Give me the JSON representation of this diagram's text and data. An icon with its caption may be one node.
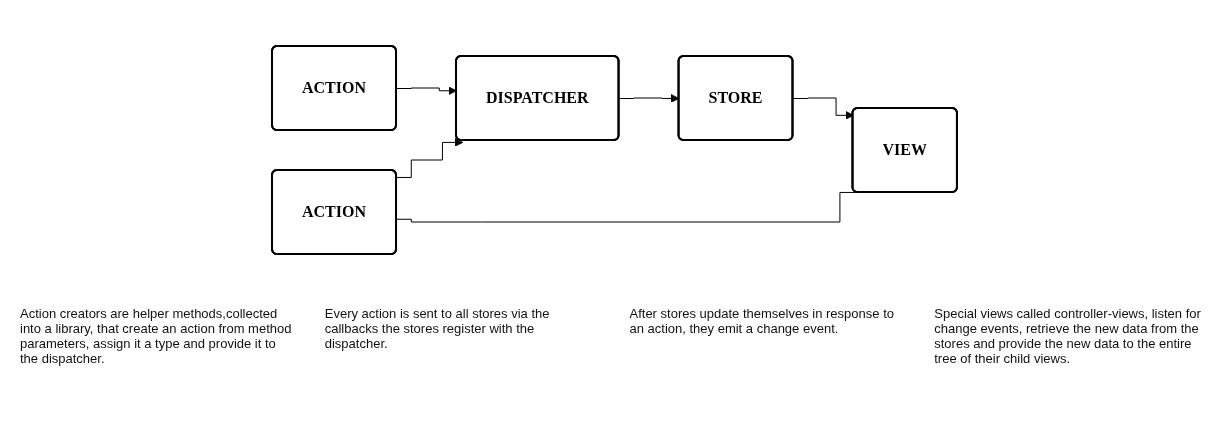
{
  "diagram": {
    "nodes": [
      {
        "text": [
          "ACTION"
        ]
      },
      {
        "text": [
          "ACTION"
        ]
      },
      {
        "text": [
          "DISPATCHER"
        ]
      },
      {
        "text": [
          "STORE"
        ]
      },
      {
        "text": [
          "VIEW"
        ]
      }
    ],
    "edges": [
      {
        "from": 1,
        "to": 2,
        "arrow": "to"
      },
      {
        "from": 2,
        "to": 3,
        "arrow": "to"
      },
      {
        "from": 3,
        "to": 4,
        "arrow": "to"
      },
      {
        "from": 4,
        "to": 0,
        "arrow": "none"
      },
      {
        "from": 0,
        "to": 2,
        "arrow": "to"
      }
    ],
    "labels": [
      "Action creators are helper methods,collected into a library, that create an action from method parameters, assign it a type and provide it to the dispatcher.",
      "Every action is sent to all stores via the callbacks the stores register with the dispatcher.",
      "After stores update themselves in response to an action, they emit a change event.",
      "Special views called controller-views, listen for change events, retrieve the new data from the stores and provide the new data to the entire tree of their child views."
    ]
  }
}
